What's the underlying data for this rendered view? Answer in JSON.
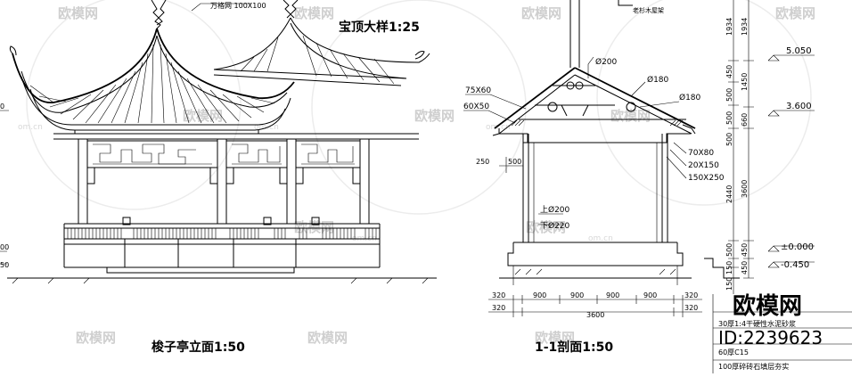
{
  "drawing": {
    "elevation_title": "梭子亭立面1:50",
    "section_title": "1-1剖面1:50",
    "finial_title": "宝顶大样1:25",
    "finial_note": "万格网 100X100",
    "roof_note": "老杉木屋架"
  },
  "section_labels": {
    "d200": "Ø200",
    "d180a": "Ø180",
    "d180b": "Ø180",
    "s75x60": "75X60",
    "s60x50": "60X50",
    "s70x80": "70X80",
    "s20x150": "20X150",
    "s150x250": "150X250",
    "col_top": "上Ø200",
    "col_bot": "下Ø220",
    "dim250": "250",
    "dim500": "500"
  },
  "bottom_dims": {
    "row1": [
      "320",
      "900",
      "900",
      "900",
      "900",
      "320"
    ],
    "row2": [
      "320",
      "3600",
      "320"
    ]
  },
  "vertical_dims": {
    "outer": [
      "1934",
      "1450",
      "660",
      "3600",
      "450",
      "450"
    ],
    "inner": [
      "1934",
      "450",
      "500",
      "500",
      "500",
      "2440",
      "500",
      "150",
      "150"
    ]
  },
  "elevations": {
    "e5050": "5.050",
    "e3600": "3.600",
    "e0000": "±0.000",
    "em0450": "-0.450"
  },
  "left_edge": {
    "a": "0",
    "b": "00",
    "c": "50"
  },
  "notes": {
    "n1": "30厚1:4干硬性水泥砂浆",
    "n2": "60厚C15",
    "n3": "100厚碎砖石填层夯实"
  },
  "watermark": {
    "brand": "欧模网",
    "site": "om.cn",
    "id": "ID:2239623"
  }
}
